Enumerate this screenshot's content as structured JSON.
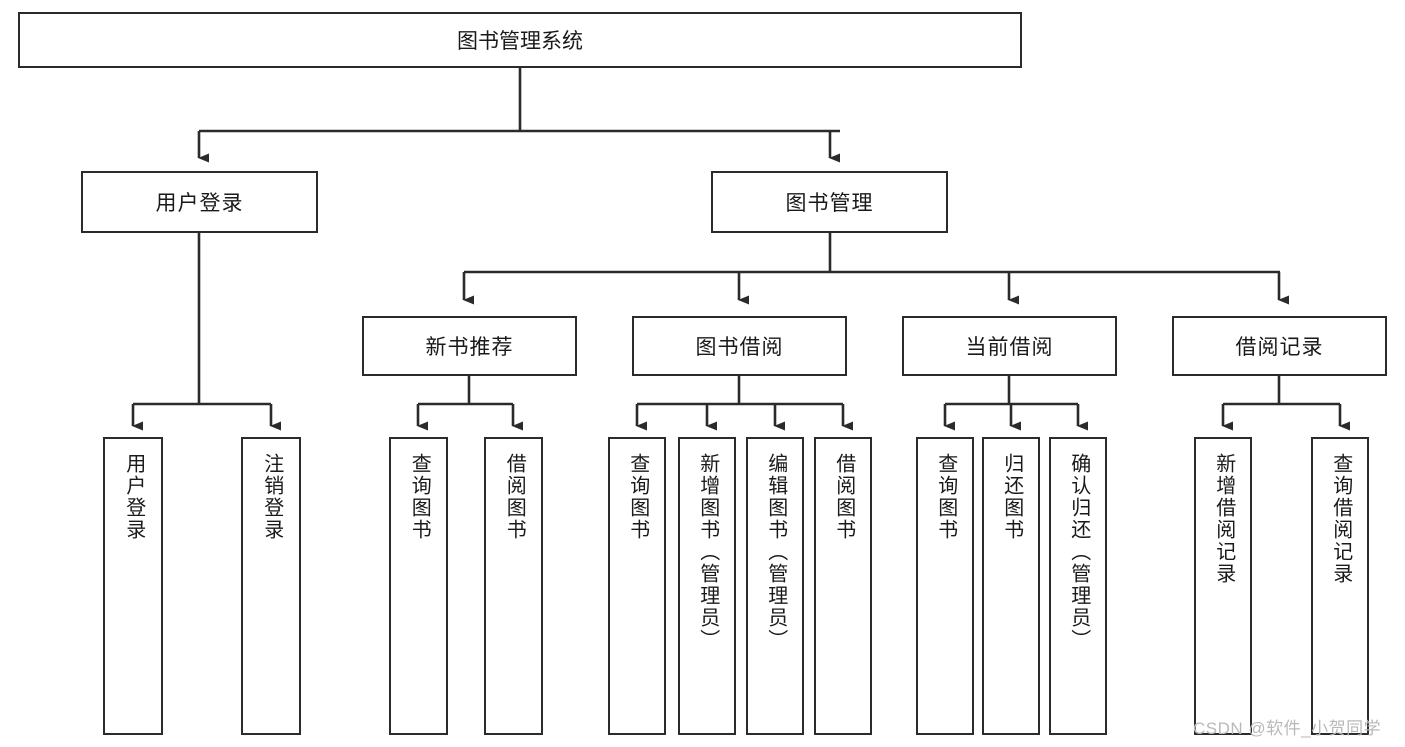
{
  "diagram": {
    "type": "tree",
    "title": "图书管理系统",
    "watermark": "CSDN @软件_小贺同学",
    "style": {
      "box_border": "#2b2b2b",
      "box_fill": "#ffffff",
      "edge": "#2b2b2b",
      "text": "#1a1a1a",
      "watermark_color": "#b9b9b9"
    },
    "nodes": {
      "root": {
        "label": "图书管理系统",
        "level": 0,
        "orientation": "horizontal"
      },
      "l1": [
        {
          "id": "user-login",
          "label": "用户登录",
          "orientation": "horizontal"
        },
        {
          "id": "book-manage",
          "label": "图书管理",
          "orientation": "horizontal"
        }
      ],
      "l2": [
        {
          "id": "new-book-recommend",
          "label": "新书推荐",
          "parent": "book-manage",
          "orientation": "horizontal"
        },
        {
          "id": "book-borrow",
          "label": "图书借阅",
          "parent": "book-manage",
          "orientation": "horizontal"
        },
        {
          "id": "current-borrow",
          "label": "当前借阅",
          "parent": "book-manage",
          "orientation": "horizontal"
        },
        {
          "id": "borrow-record",
          "label": "借阅记录",
          "parent": "book-manage",
          "orientation": "horizontal"
        }
      ],
      "leaves": [
        {
          "id": "leaf-user-login",
          "label": "用户登录",
          "parent": "user-login"
        },
        {
          "id": "leaf-logout-login",
          "label": "注销登录",
          "parent": "user-login"
        },
        {
          "id": "leaf-query-book-1",
          "label": "查询图书",
          "parent": "new-book-recommend"
        },
        {
          "id": "leaf-borrow-book-1",
          "label": "借阅图书",
          "parent": "new-book-recommend"
        },
        {
          "id": "leaf-query-book-2",
          "label": "查询图书",
          "parent": "book-borrow"
        },
        {
          "id": "leaf-add-book-admin",
          "label": "新增图书（管理员）",
          "parent": "book-borrow"
        },
        {
          "id": "leaf-edit-book-admin",
          "label": "编辑图书（管理员）",
          "parent": "book-borrow"
        },
        {
          "id": "leaf-borrow-book-2",
          "label": "借阅图书",
          "parent": "book-borrow"
        },
        {
          "id": "leaf-query-book-3",
          "label": "查询图书",
          "parent": "current-borrow"
        },
        {
          "id": "leaf-return-book",
          "label": "归还图书",
          "parent": "current-borrow"
        },
        {
          "id": "leaf-confirm-return",
          "label": "确认归还（管理员）",
          "parent": "current-borrow"
        },
        {
          "id": "leaf-add-record",
          "label": "新增借阅记录",
          "parent": "borrow-record"
        },
        {
          "id": "leaf-query-record",
          "label": "查询借阅记录",
          "parent": "borrow-record"
        }
      ]
    }
  }
}
